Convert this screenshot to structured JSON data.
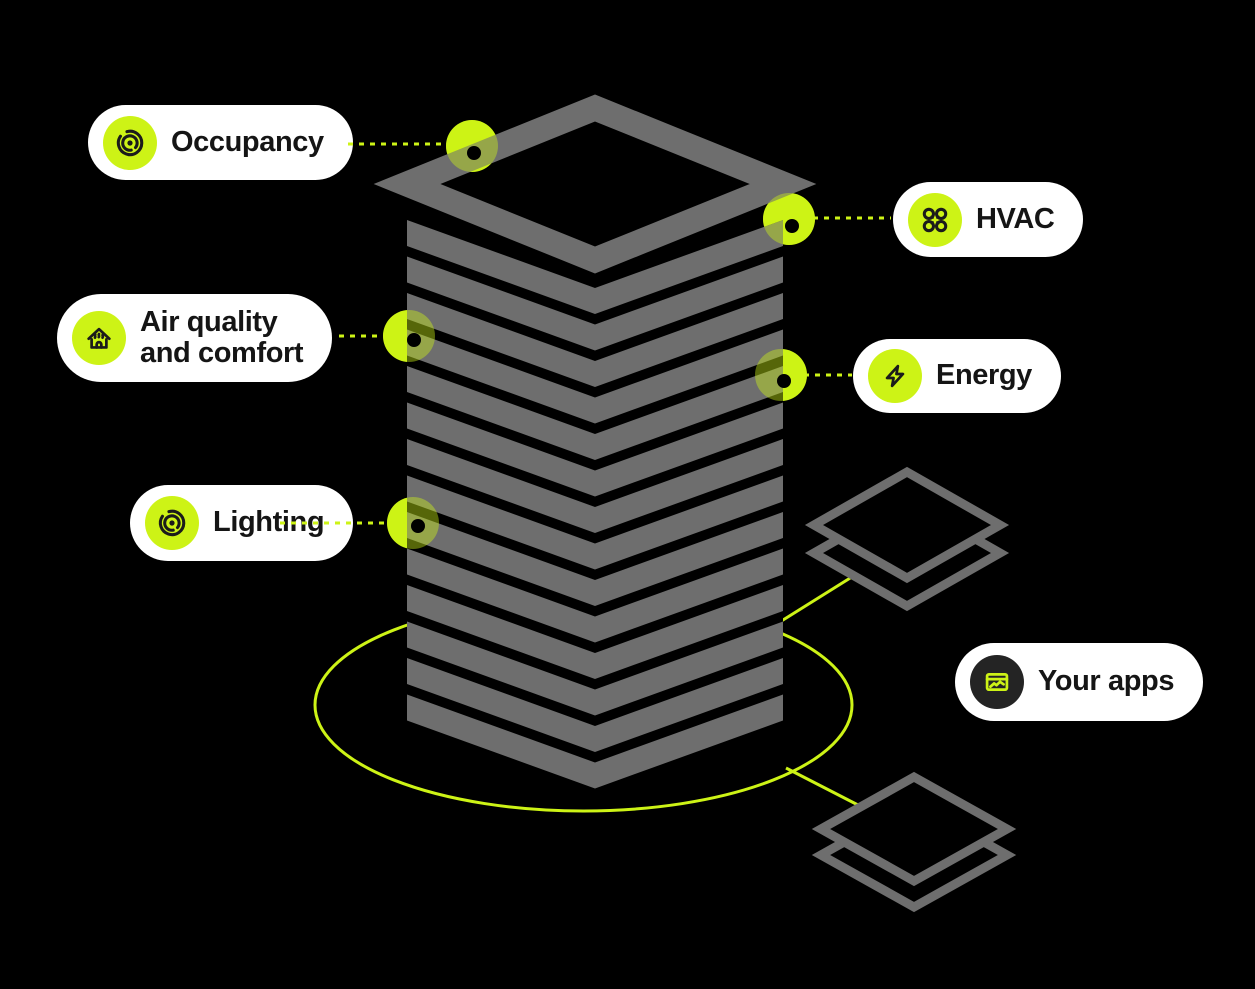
{
  "pills": {
    "occupancy": {
      "label": "Occupancy",
      "icon": "radar-icon"
    },
    "hvac": {
      "label": "HVAC",
      "icon": "fan-icon"
    },
    "air_quality": {
      "label_line1": "Air quality",
      "label_line2": "and comfort",
      "icon": "house-air-icon"
    },
    "energy": {
      "label": "Energy",
      "icon": "bolt-icon"
    },
    "lighting": {
      "label": "Lighting",
      "icon": "radar-icon"
    },
    "your_apps": {
      "label": "Your apps",
      "icon": "app-window-icon"
    }
  },
  "colors": {
    "background": "#000000",
    "accent_green": "#cdf316",
    "building_gray": "#6e6e6e",
    "pill_background": "#ffffff",
    "label_text": "#151515",
    "icon_glyph": "#1b1b1b",
    "apps_icon_background": "#242424"
  }
}
